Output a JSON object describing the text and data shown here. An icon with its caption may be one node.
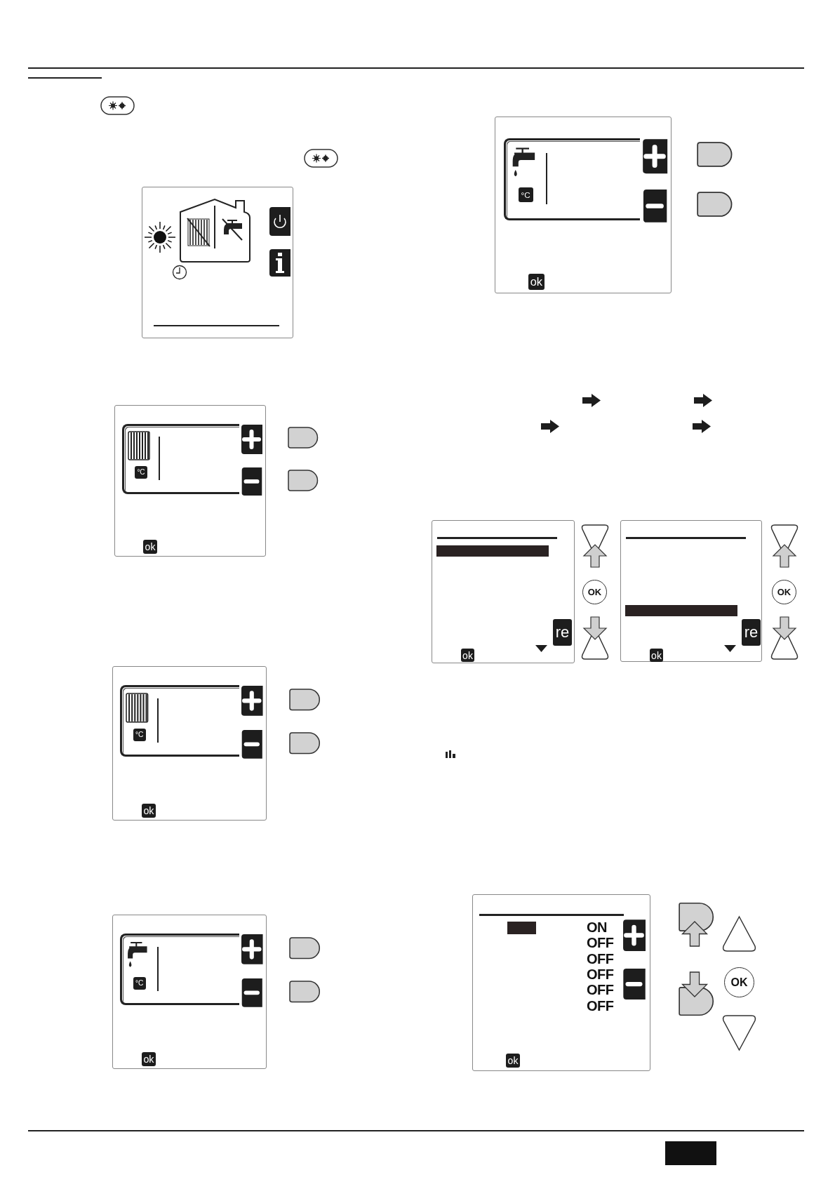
{
  "diagram": {
    "labels": [
      "°C",
      "ok",
      "°C",
      "ok",
      "OK",
      "re",
      "ok",
      "OK",
      "re",
      "ok",
      "°C",
      "ok",
      "ON",
      "OFF",
      "OFF",
      "OFF",
      "OFF",
      "OFF",
      "OK",
      "ok",
      "°C",
      "ok"
    ]
  }
}
